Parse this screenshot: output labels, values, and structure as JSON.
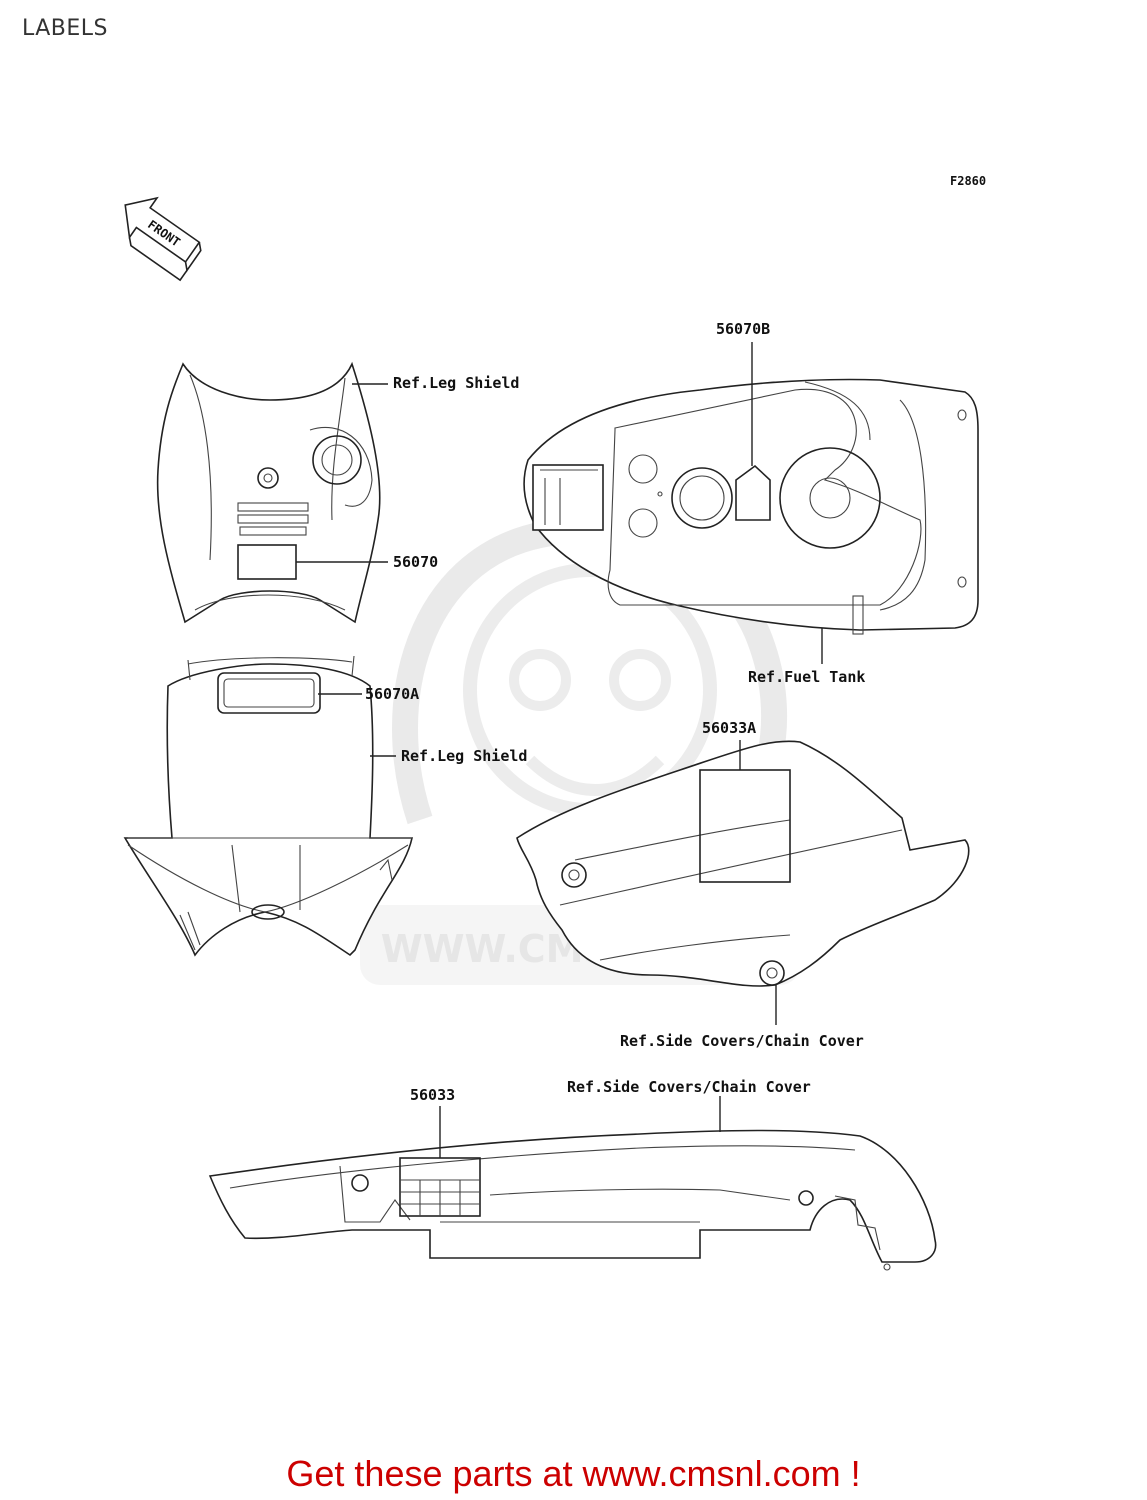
{
  "page": {
    "title": "LABELS",
    "figure_code": "F2860",
    "front_arrow_label": "FRONT",
    "watermark_text": "WWW.CMSNL.COM",
    "footer": "Get these parts at www.cmsnl.com !"
  },
  "callouts": {
    "part_56070B": "56070B",
    "ref_leg_shield_1": "Ref.Leg Shield",
    "part_56070": "56070",
    "ref_fuel_tank": "Ref.Fuel Tank",
    "part_56070A": "56070A",
    "ref_leg_shield_2": "Ref.Leg Shield",
    "part_56033A": "56033A",
    "ref_side_covers_1": "Ref.Side Covers/Chain Cover",
    "part_56033": "56033",
    "ref_side_covers_2": "Ref.Side Covers/Chain Cover"
  },
  "colors": {
    "footer_text": "#cc0000",
    "line_art": "#222222",
    "watermark": "#d9d9d9"
  }
}
